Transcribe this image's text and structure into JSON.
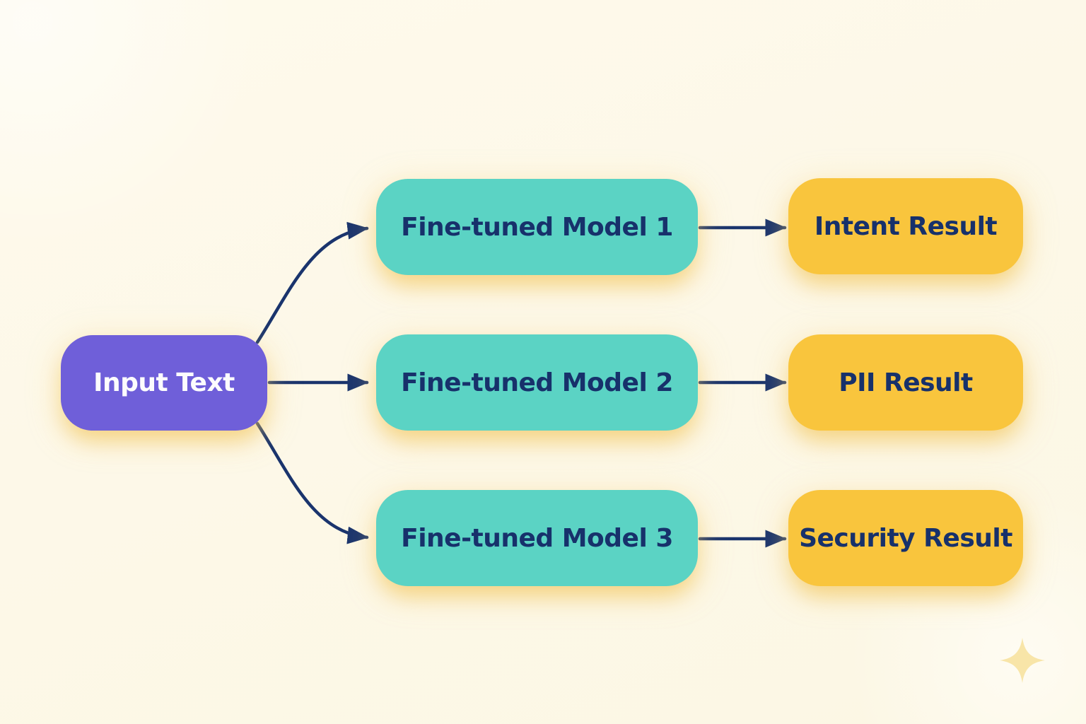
{
  "diagram": {
    "title": "",
    "nodes": {
      "input": {
        "id": "input",
        "label": "Input Text",
        "color": "#6F5FD9",
        "text_color": "#FCFCFD"
      },
      "models": [
        {
          "id": "model-1",
          "label": "Fine-tuned Model 1",
          "color": "#5BD3C4",
          "text_color": "#17316B"
        },
        {
          "id": "model-2",
          "label": "Fine-tuned Model 2",
          "color": "#5BD3C4",
          "text_color": "#17316B"
        },
        {
          "id": "model-3",
          "label": "Fine-tuned Model 3",
          "color": "#5BD3C4",
          "text_color": "#17316B"
        }
      ],
      "results": [
        {
          "id": "result-intent",
          "label": "Intent Result",
          "color": "#F9C53D",
          "text_color": "#17316B"
        },
        {
          "id": "result-pii",
          "label": "PII Result",
          "color": "#F9C53D",
          "text_color": "#17316B"
        },
        {
          "id": "result-security",
          "label": "Security Result",
          "color": "#F9C53D",
          "text_color": "#17316B"
        }
      ]
    },
    "edges": [
      {
        "from": "input",
        "to": "model-1"
      },
      {
        "from": "input",
        "to": "model-2"
      },
      {
        "from": "input",
        "to": "model-3"
      },
      {
        "from": "model-1",
        "to": "result-intent"
      },
      {
        "from": "model-2",
        "to": "result-pii"
      },
      {
        "from": "model-3",
        "to": "result-security"
      }
    ],
    "colors": {
      "background": "#FDF8E8",
      "arrow": "#1A346D",
      "glow_shadow": "#F2C355",
      "sparkle": "#F8E5A8"
    },
    "decorations": [
      {
        "name": "sparkle-icon",
        "glyph": "✦"
      }
    ]
  }
}
